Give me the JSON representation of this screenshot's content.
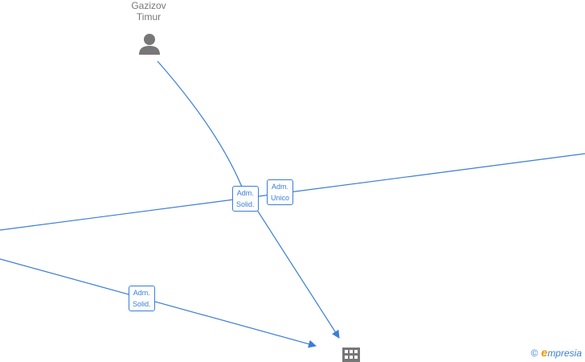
{
  "nodes": {
    "person": {
      "name_line1": "Gazizov",
      "name_line2": "Timur",
      "icon": "person-icon"
    },
    "company": {
      "icon": "building-icon"
    }
  },
  "edges": [
    {
      "label_line1": "Adm.",
      "label_line2": "Solid."
    },
    {
      "label_line1": "Adm.",
      "label_line2": "Unico"
    },
    {
      "label_line1": "Adm.",
      "label_line2": "Solid."
    }
  ],
  "brand": {
    "copyright": "©",
    "initial": "e",
    "rest": "mpresia"
  },
  "colors": {
    "edge": "#3b7dd8",
    "icon": "#777777",
    "brand_accent": "#f29400"
  }
}
